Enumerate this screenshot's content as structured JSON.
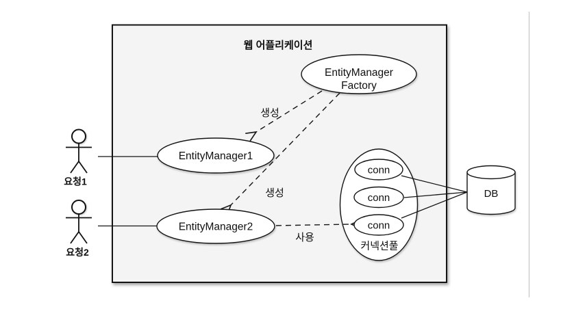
{
  "title": "웹 어플리케이션",
  "nodes": {
    "factory_line1": "EntityManager",
    "factory_line2": "Factory",
    "em1": "EntityManager1",
    "em2": "EntityManager2",
    "conn1": "conn",
    "conn2": "conn",
    "conn3": "conn",
    "pool": "커넥션풀",
    "db": "DB"
  },
  "actors": {
    "actor1": "요청1",
    "actor2": "요청2"
  },
  "edges": {
    "create_em1": "생성",
    "create_em2": "생성",
    "use": "사용"
  },
  "colors": {
    "box_fill": "#f4f4f4",
    "node_fill": "#ffffff",
    "stroke": "#141414",
    "separator": "#c6c6c6",
    "background": "#ffffff"
  }
}
